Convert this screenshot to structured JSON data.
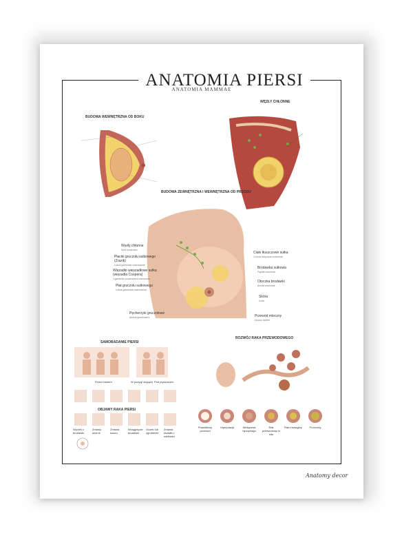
{
  "poster": {
    "title": "ANATOMIA PIERSI",
    "subtitle": "ANATOMIA MAMMAE",
    "signature": "Anatomy decor"
  },
  "sections": {
    "side_view": "BUDOWA WEWNĘTRZNA OD BOKU",
    "lymph": "WĘZŁY CHŁONNE",
    "front_view": "BUDOWA ZEWNĘTRZNA I WEWNĘTRZNA OD PRZODU",
    "self_exam": "SAMOBADANIE PIERSI",
    "cancer_dev": "ROZWÓJ RAKA PRZEWODOWEGO",
    "symptoms": "OBJAWY RAKA PIERSI"
  },
  "front_labels": {
    "left": [
      {
        "main": "Węzły chłonne",
        "sub": "Nodi lymphatici"
      },
      {
        "main": "Płaciki gruczołu sutkowego (Zrazik)",
        "sub": "Lobuli glandulae mammariae"
      },
      {
        "main": "Więzadło wieszadłowe sutka (więzadła Coopera)",
        "sub": "Ligamenta suspensoria mammaria"
      },
      {
        "main": "Płat gruczołu sutkowego",
        "sub": "Lobus glandulae mammariae"
      },
      {
        "main": "Pęcherzyki gruczołowe",
        "sub": "Alveoli glandulares"
      }
    ],
    "right": [
      {
        "main": "Ciało tłuszczowe sutka",
        "sub": "Corpus adiposum mammae"
      },
      {
        "main": "Brodawka sutkowa",
        "sub": "Papilla mammae"
      },
      {
        "main": "Otoczka brodawki",
        "sub": "Areola mammae"
      },
      {
        "main": "Skóra",
        "sub": "Cutis"
      },
      {
        "main": "Przewód mleczny",
        "sub": "Ductus lactifer"
      }
    ]
  },
  "self_exam_captions": [
    "Przed lustrem",
    "W pozycji stojącej",
    "Pod prysznicem"
  ],
  "symptom_captions": [
    "Wyciek z brodawki",
    "Zmiany skórne",
    "Zmiana koloru",
    "Wciągnięcie brodawki",
    "Guzek lub zgrubienie",
    "Zmiana kształtu i wielkości"
  ],
  "cancer_stage_captions": [
    "Prawidłowy przewód",
    "Hiperplazja",
    "Nietypowa hiperplazja",
    "Rak przewodowy in situ",
    "Rak inwazyjny",
    "Przerzuty"
  ],
  "colors": {
    "frame": "#222222",
    "skin": "#e8bfa4",
    "fat": "#f2d36b",
    "lymph": "#7aa84a",
    "muscle": "#b5483f"
  }
}
